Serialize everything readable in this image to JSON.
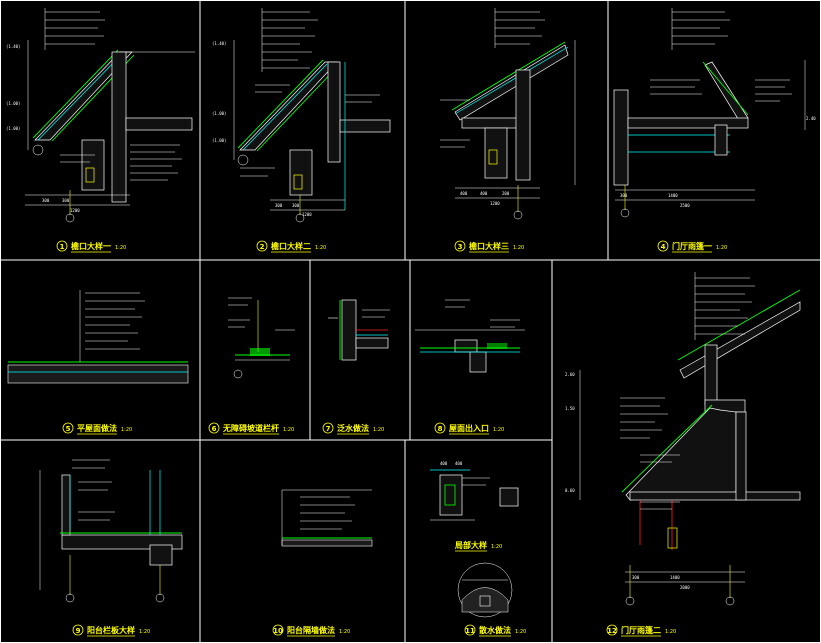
{
  "drawing": {
    "background": "#000000",
    "title_color": "#ffff00",
    "line_colors": {
      "frame": "#ffffff",
      "finish": "#00ff00",
      "dimension": "#ffffff",
      "accent": "#00ffff",
      "column": "#ff2020"
    },
    "details": [
      {
        "id": "d1",
        "number": "1",
        "title": "檐口大样一",
        "scale": "1:20"
      },
      {
        "id": "d2",
        "number": "2",
        "title": "檐口大样二",
        "scale": "1:20"
      },
      {
        "id": "d3",
        "number": "3",
        "title": "檐口大样三",
        "scale": "1:20"
      },
      {
        "id": "d4",
        "number": "4",
        "title": "门厅雨篷一",
        "scale": "1:20"
      },
      {
        "id": "d5",
        "number": "5",
        "title": "平屋面做法",
        "scale": "1:20"
      },
      {
        "id": "d6",
        "number": "6",
        "title": "无障碍坡道栏杆",
        "scale": "1:20"
      },
      {
        "id": "d7",
        "number": "7",
        "title": "泛水做法",
        "scale": "1:20"
      },
      {
        "id": "d8",
        "number": "8",
        "title": "屋面出入口",
        "scale": "1:20"
      },
      {
        "id": "d9",
        "number": "9",
        "title": "阳台栏板大样",
        "scale": "1:20"
      },
      {
        "id": "d10",
        "number": "10",
        "title": "阳台隔墙做法",
        "scale": "1:20"
      },
      {
        "id": "d11",
        "number": "11",
        "title": "散水做法",
        "scale": "1:20"
      },
      {
        "id": "d12",
        "number": "12",
        "title": "门厅雨篷二",
        "scale": "1:20"
      },
      {
        "id": "d13",
        "number": "",
        "title": "局部大样",
        "scale": "1:20"
      }
    ],
    "dimensions": {
      "d1": [
        "300",
        "300",
        "1200"
      ],
      "d2": [
        "300",
        "300",
        "1200"
      ],
      "d3": [
        "400",
        "400",
        "200",
        "1200"
      ],
      "d4": [
        "300",
        "1400",
        "2500"
      ],
      "d12": [
        "300",
        "1400",
        "2000"
      ],
      "d13": [
        "400",
        "400"
      ]
    },
    "elevations": {
      "d1": [
        "(1.40)",
        "(1.00)",
        "(1.00)"
      ],
      "d2": [
        "(1.40)",
        "(1.00)",
        "(1.00)"
      ],
      "d4": [
        "2.40"
      ],
      "d12": [
        "2.60",
        "1.50",
        "0.60"
      ]
    }
  }
}
